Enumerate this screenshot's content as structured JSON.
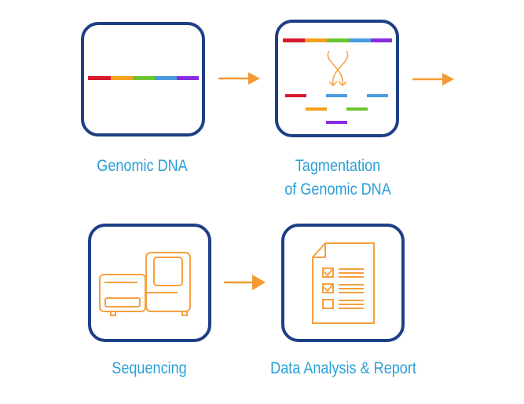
{
  "steps": [
    {
      "label": "Genomic DNA",
      "icon": "dna-strand-icon"
    },
    {
      "label_line1": "Tagmentation",
      "label_line2": "of Genomic DNA",
      "icon": "tagmentation-icon"
    },
    {
      "label": "Sequencing",
      "icon": "sequencer-icon"
    },
    {
      "label": "Data Analysis & Report",
      "icon": "checklist-report-icon"
    }
  ],
  "colors": {
    "box_border": "#1d3f85",
    "arrow": "#f39a35",
    "label": "#2a9fd8",
    "dna": [
      "#d7192c",
      "#f5a020",
      "#6cc530",
      "#4b9be0",
      "#8a2be2"
    ]
  }
}
